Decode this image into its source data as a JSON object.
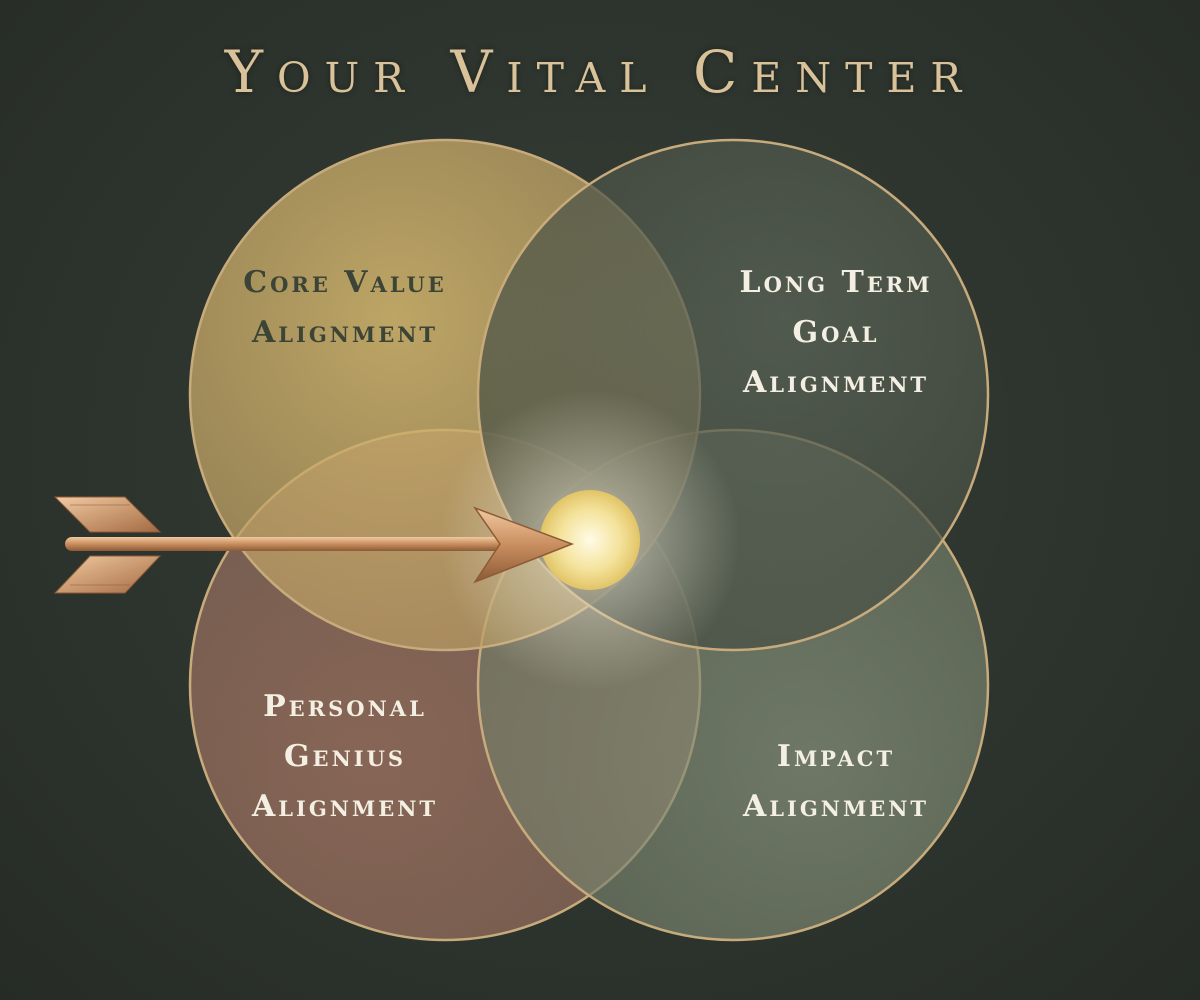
{
  "title": "Your Vital Center",
  "circles": [
    {
      "name": "core-value",
      "lines": [
        "Core Value",
        "Alignment"
      ],
      "color": "#c9a865"
    },
    {
      "name": "long-term-goal",
      "lines": [
        "Long Term",
        "Goal",
        "Alignment"
      ],
      "color": "#4d574a"
    },
    {
      "name": "personal-genius",
      "lines": [
        "Personal",
        "Genius",
        "Alignment"
      ],
      "color": "#9a7060"
    },
    {
      "name": "impact",
      "lines": [
        "Impact",
        "Alignment"
      ],
      "color": "#7f8a73"
    }
  ],
  "colors": {
    "background": "#2f362f",
    "ring": "#c8ab7c",
    "arrow": "#c98e5f",
    "center_glow": "#f6e7a8"
  }
}
